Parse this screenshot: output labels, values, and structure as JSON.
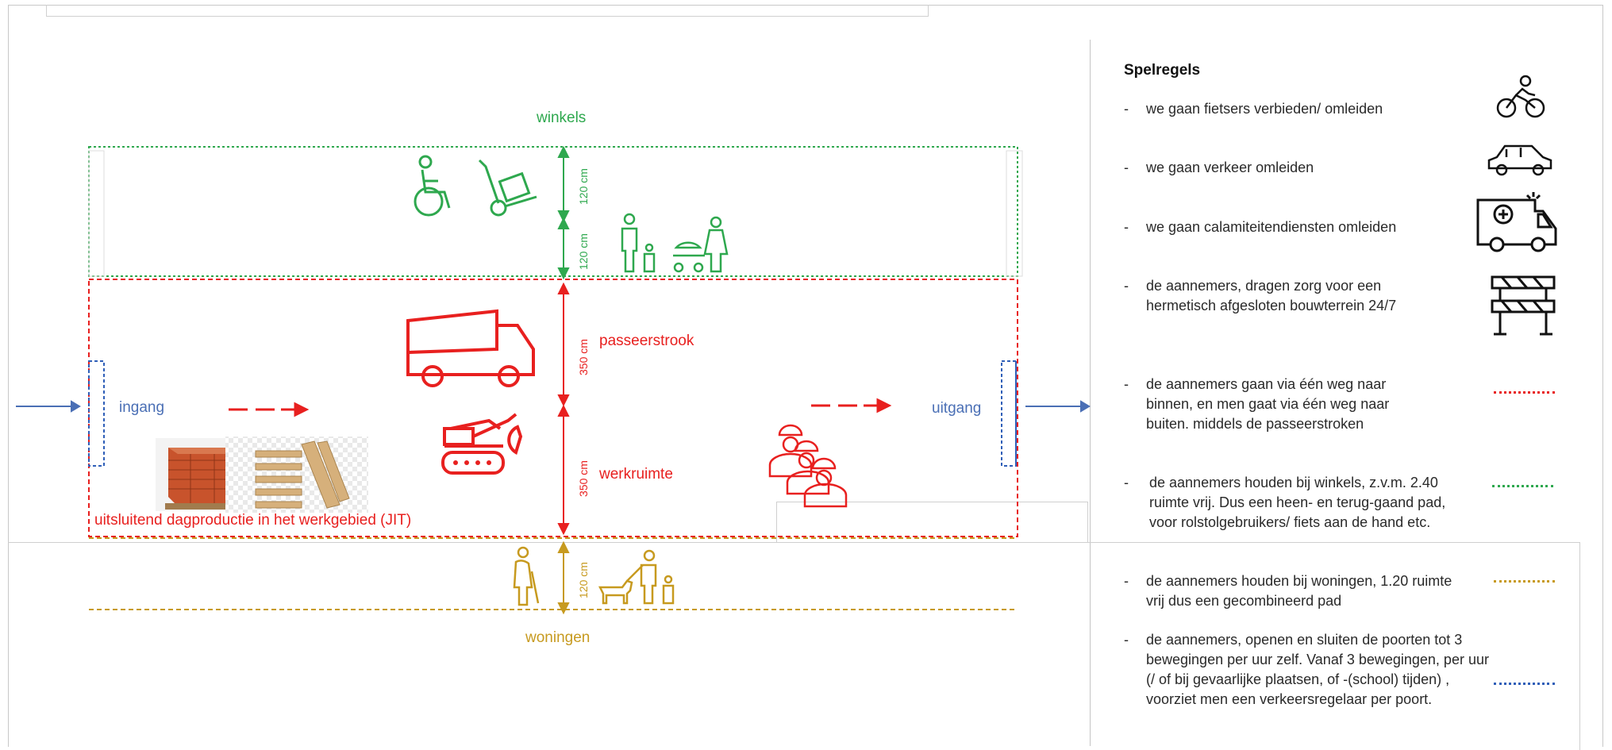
{
  "zones": {
    "shops_label": "winkels",
    "houses_label": "woningen",
    "passing_label": "passeerstrook",
    "work_label": "werkruimte",
    "entrance_label": "ingang",
    "exit_label": "uitgang",
    "jit_note": "uitsluitend dagproductie in het werkgebied (JIT)"
  },
  "dimensions": {
    "shops_top": "120 cm",
    "shops_bottom": "120 cm",
    "passing": "350 cm",
    "work": "350 cm",
    "houses": "120 cm"
  },
  "rules": {
    "title": "Spelregels",
    "items": [
      {
        "dash": "-",
        "text": "we gaan fietsers verbieden/  omleiden",
        "icon": "cyclist-icon"
      },
      {
        "dash": "-",
        "text": "we gaan verkeer omleiden",
        "icon": "car-icon"
      },
      {
        "dash": "-",
        "text": "we gaan calamiteitendiensten omleiden",
        "icon": "ambulance-icon"
      },
      {
        "dash": "-",
        "text": "de aannemers, dragen zorg voor een hermetisch afgesloten bouwterrein 24/7",
        "icon": "barrier-icon"
      },
      {
        "dash": "-",
        "text": "de aannemers gaan via één weg naar binnen, en men gaat via één weg naar buiten. middels de passeerstroken",
        "legend_color": "#e8201f"
      },
      {
        "dash": "-",
        "text": "de aannemers houden bij winkels, z.v.m. 2.40 ruimte vrij. Dus een heen- en terug-gaand pad, voor rolstolgebruikers/ fiets aan de hand etc.",
        "legend_color": "#2ea84e"
      },
      {
        "dash": "-",
        "text": "de aannemers houden bij woningen, 1.20 ruimte vrij dus een gecombineerd pad",
        "legend_color": "#c79a1f"
      },
      {
        "dash": "-",
        "text": "de aannemers, openen en sluiten de poorten tot 3 bewegingen per uur zelf. Vanaf 3 bewegingen, per uur (/ of bij gevaarlijke plaatsen, of -(school) tijden) , voorziet men een verkeersregelaar per poort.",
        "legend_color": "#2f5fb8"
      }
    ]
  },
  "colors": {
    "green": "#2ea84e",
    "red": "#e8201f",
    "gold": "#c79a1f",
    "blue": "#2f5fb8"
  }
}
